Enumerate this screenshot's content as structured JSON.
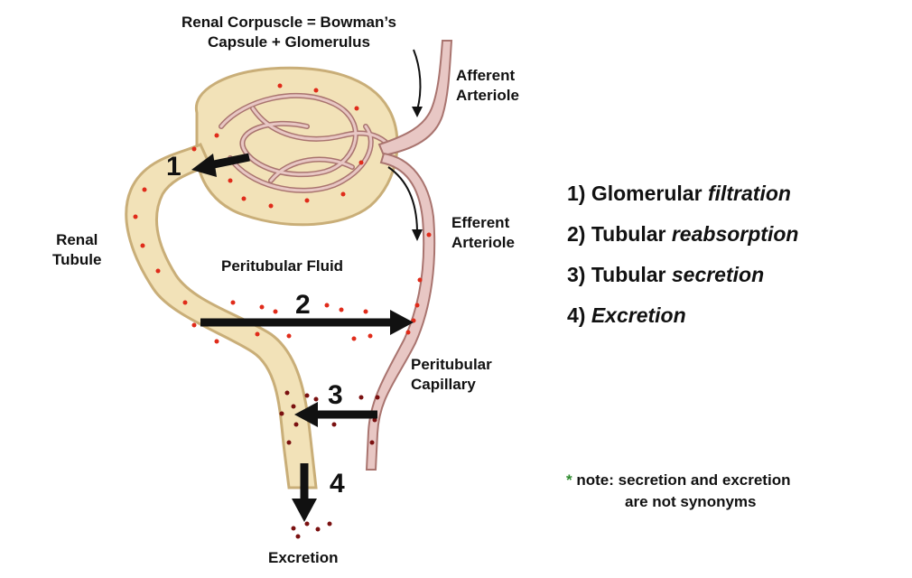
{
  "labels": {
    "corpuscle_line1": "Renal Corpuscle = Bowman’s",
    "corpuscle_line2": "Capsule + Glomerulus",
    "afferent_line1": "Afferent",
    "afferent_line2": "Arteriole",
    "efferent_line1": "Efferent",
    "efferent_line2": "Arteriole",
    "tubule_line1": "Renal",
    "tubule_line2": "Tubule",
    "peritubular_fluid": "Peritubular Fluid",
    "capillary_line1": "Peritubular",
    "capillary_line2": "Capillary",
    "excretion": "Excretion"
  },
  "arrow_numbers": [
    "1",
    "2",
    "3",
    "4"
  ],
  "steps": [
    {
      "prefix": "1) Glomerular ",
      "term": "filtration"
    },
    {
      "prefix": "2) Tubular ",
      "term": "reabsorption"
    },
    {
      "prefix": "3) Tubular ",
      "term": "secretion"
    },
    {
      "prefix": "4) ",
      "term": "Excretion"
    }
  ],
  "note": {
    "asterisk": "*",
    "line1": " note: secretion and excretion",
    "line2": "are not synonyms"
  },
  "colors": {
    "capsule_fill": "#f2e2b8",
    "capsule_edge": "#c9ae78",
    "vessel_fill": "#e8c7c4",
    "vessel_edge": "#a9746f",
    "filtrate_dot": "#e02b1a",
    "secreted_dot": "#7a1010",
    "arrow": "#111111",
    "note_asterisk": "#2e8b2e"
  }
}
